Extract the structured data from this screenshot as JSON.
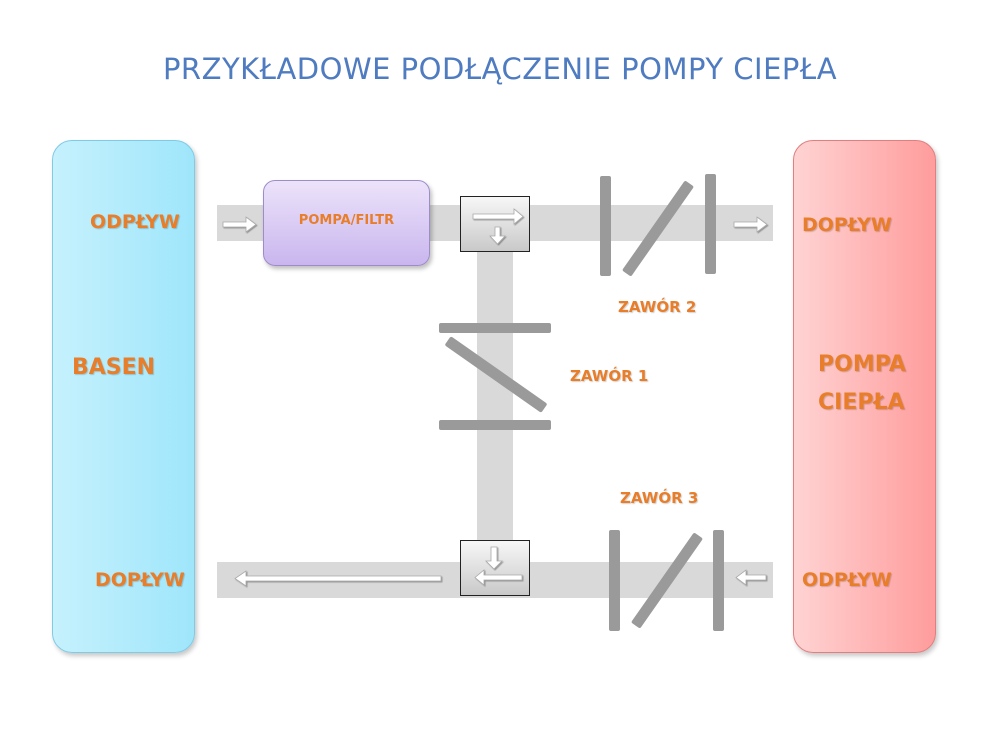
{
  "title": "PRZYKŁADOWE PODŁĄCZENIE POMPY CIEPŁA",
  "basen": {
    "label": "BASEN",
    "outlet_label": "ODPŁYW",
    "inlet_label": "DOPŁYW"
  },
  "heat_pump": {
    "label_line1": "POMPA",
    "label_line2": "CIEPŁA",
    "inlet_label": "DOPŁYW",
    "outlet_label": "ODPŁYW"
  },
  "filter": {
    "label": "POMPA/FILTR"
  },
  "valves": {
    "valve1": "ZAWÓR 1",
    "valve2": "ZAWÓR 2",
    "valve3": "ZAWÓR 3"
  },
  "colors": {
    "title": "#4f7bc0",
    "label": "#e87d2a",
    "pipe": "#d9d9d9",
    "valve": "#9a9a9a",
    "basen": "#a8e8fb",
    "heat_pump": "#ffa8a8",
    "filter": "#d8cbf3"
  }
}
